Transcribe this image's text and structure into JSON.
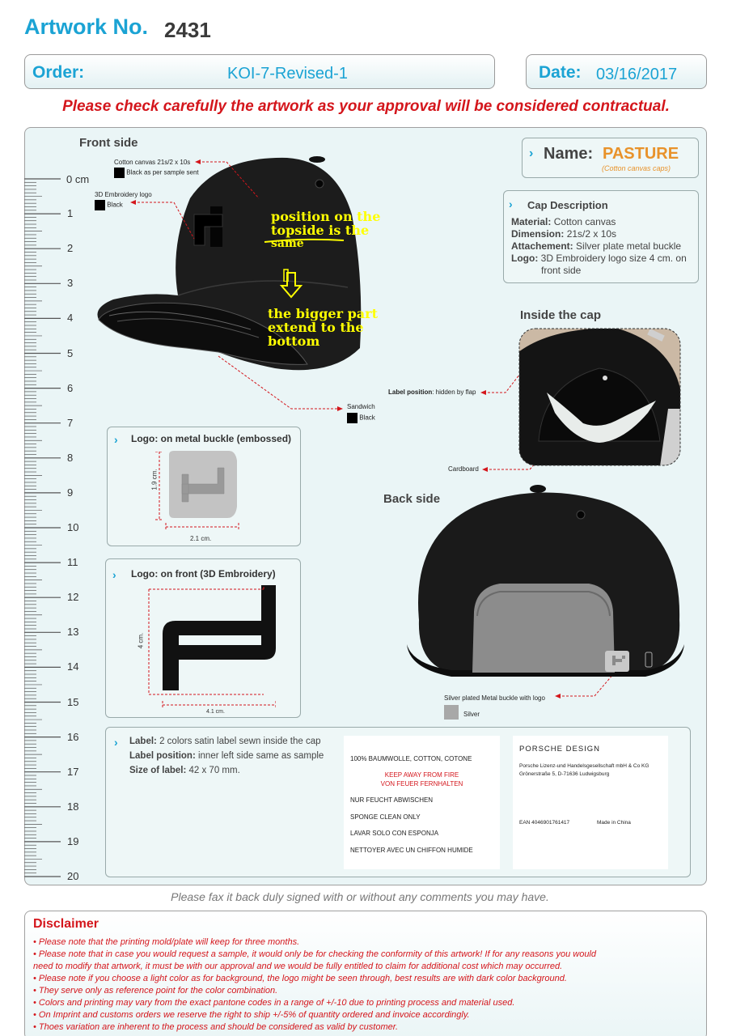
{
  "header": {
    "artwork_label": "Artwork No.",
    "artwork_number": "2431",
    "order_label": "Order:",
    "order_value": "KOI-7-Revised-1",
    "date_label": "Date:",
    "date_value": "03/16/2017",
    "warning": "Please check carefully the artwork as your approval will be considered contractual."
  },
  "ruler": {
    "unit": "0 cm",
    "numbers": [
      "1",
      "2",
      "3",
      "4",
      "5",
      "6",
      "7",
      "8",
      "9",
      "10",
      "11",
      "12",
      "13",
      "14",
      "15",
      "16",
      "17",
      "18",
      "19",
      "20"
    ]
  },
  "front": {
    "title": "Front side",
    "cotton_label": "Cotton canvas 21s/2 x 10s",
    "cotton_color": "Black as per sample sent",
    "embroidery_label": "3D Embroidery logo",
    "embroidery_color": "Black",
    "sandwich_label": "Sandwich",
    "sandwich_color": "Black",
    "annotation_top": [
      "position on the",
      "topside is the",
      "same"
    ],
    "annotation_bottom": [
      "the bigger part",
      "extend to the",
      "bottom"
    ]
  },
  "name": {
    "label": "Name:",
    "value": "PASTURE",
    "sub": "(Cotton canvas caps)"
  },
  "description": {
    "title": "Cap Description",
    "material_label": "Material:",
    "material": "Cotton canvas",
    "dimension_label": "Dimension:",
    "dimension": "21s/2 x 10s",
    "attachment_label": "Attachement:",
    "attachment": "Silver plate metal buckle",
    "logo_label": "Logo:",
    "logo_line1": "3D Embroidery logo size 4 cm. on",
    "logo_line2": "front side"
  },
  "inside": {
    "title": "Inside the cap",
    "label_position_bold": "Label position",
    "label_position_rest": ": hidden by flap",
    "cardboard": "Cardboard"
  },
  "back": {
    "title": "Back side",
    "buckle_label": "Silver plated Metal buckle with logo",
    "buckle_color": "Silver"
  },
  "logo_metal": {
    "title": "Logo: on metal buckle (embossed)",
    "height": "1.9 cm.",
    "width": "2.1 cm."
  },
  "logo_front": {
    "title": "Logo: on front (3D Embroidery)",
    "height": "4 cm.",
    "width": "4.1 cm."
  },
  "label_section": {
    "label_bold": "Label:",
    "label_text": "2 colors satin label sewn inside the cap",
    "position_bold": "Label position:",
    "position_text": "inner left side same as sample",
    "size_bold": "Size of label:",
    "size_text": "42 x 70 mm.",
    "card1": {
      "line1": "100% BAUMWOLLE, COTTON, COTONE",
      "red1": "KEEP AWAY FROM FIRE",
      "red2": "VON FEUER FERNHALTEN",
      "l3": "NUR FEUCHT ABWISCHEN",
      "l4": "SPONGE CLEAN ONLY",
      "l5": "LAVAR SOLO CON ESPONJA",
      "l6": "NETTOYER AVEC UN CHIFFON HUMIDE"
    },
    "card2": {
      "brand": "PORSCHE DESIGN",
      "company": "Porsche Lizenz-und Handelsgesellschaft mbH & Co KG",
      "address": "Grönerstraße 5, D-71636 Ludwigsburg",
      "ean": "EAN 4046901761417",
      "made": "Made in China"
    }
  },
  "fax_note": "Please fax it back duly signed with or without any comments you may have.",
  "disclaimer": {
    "title": "Disclaimer",
    "items": [
      "• Please note that the printing mold/plate will keep for three months.",
      "• Please note that in case you would request a sample, it would only be for checking the conformity of this artwork! If for any reasons you would",
      "need to modify that artwork, it must be with our approval and we would be fully entitled to claim for additional cost which may occurred.",
      "• Please note if you choose a light color as for background, the logo might be seen through, best results are with dark color background.",
      "• They serve only as reference point for the color combination.",
      "• Colors and printing may vary from the exact pantone codes in a range of +/-10 due to printing process and material used.",
      "• On Imprint and customs orders we reserve the right to ship +/-5% of quantity ordered and invoice accordingly.",
      "• Thoes variation are inherent to the process and should be considered as valid by customer."
    ]
  },
  "colors": {
    "accent": "#1ba3d4",
    "warning": "#d4161c",
    "name_value": "#e8922a",
    "annotation": "#ffff00"
  }
}
